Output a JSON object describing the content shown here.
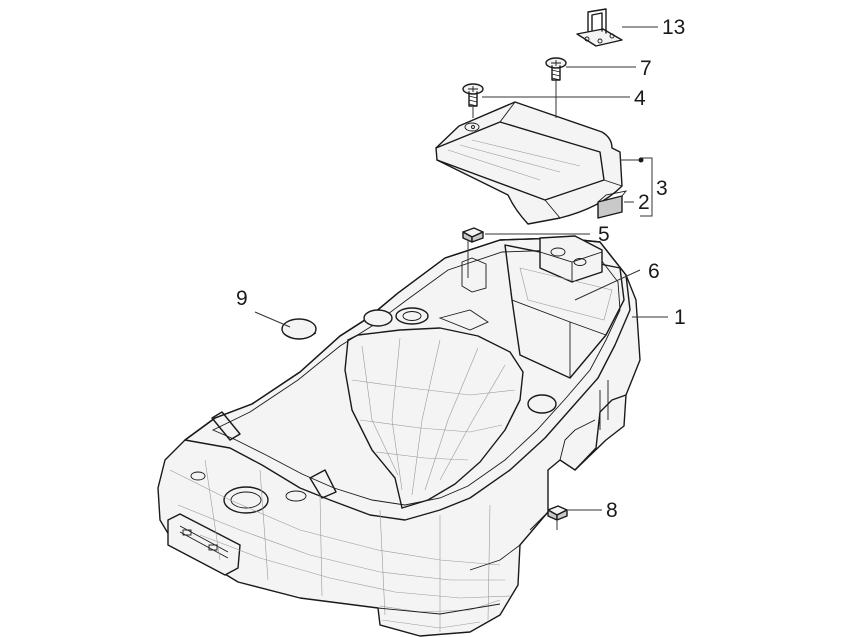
{
  "callouts": [
    {
      "id": "c13",
      "label": "13"
    },
    {
      "id": "c7",
      "label": "7"
    },
    {
      "id": "c4",
      "label": "4"
    },
    {
      "id": "c3",
      "label": "3"
    },
    {
      "id": "c2",
      "label": "2"
    },
    {
      "id": "c5",
      "label": "5"
    },
    {
      "id": "c6",
      "label": "6"
    },
    {
      "id": "c1",
      "label": "1"
    },
    {
      "id": "c9",
      "label": "9"
    },
    {
      "id": "c8",
      "label": "8"
    }
  ]
}
